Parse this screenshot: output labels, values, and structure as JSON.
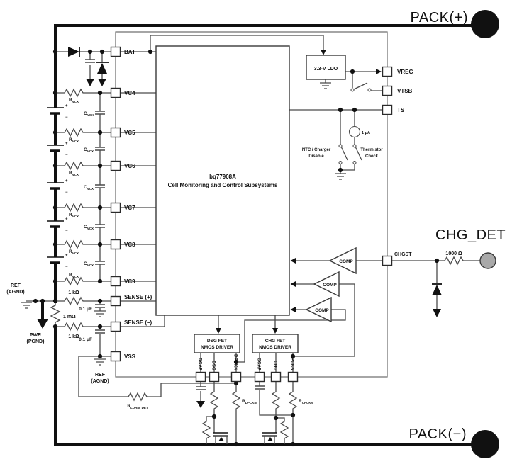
{
  "terminals": {
    "pack_plus": "PACK(+)",
    "pack_minus": "PACK(−)",
    "chg_det": "CHG_DET"
  },
  "ic": {
    "name_line1": "bq77908A",
    "name_line2": "Cell Monitoring and Control Subsystems",
    "left_pins": [
      "BAT",
      "VC4",
      "VC5",
      "VC6",
      "VC7",
      "VC8",
      "VC9",
      "SENSE (+)",
      "SENSE (–)",
      "VSS"
    ],
    "right_pins": [
      "VREG",
      "VTSB",
      "TS"
    ],
    "chgst_pin": "CHGST",
    "bottom_pins": [
      "DCAP",
      "DSG",
      "DPCKN",
      "CCAP",
      "CHG",
      "CPCKN"
    ]
  },
  "blocks": {
    "ldo": "3.3-V LDO",
    "comp": "COMP",
    "current_source": "1 μA",
    "dsg_driver_l1": "DSG FET",
    "dsg_driver_l2": "NMOS DRIVER",
    "chg_driver_l1": "CHG FET",
    "chg_driver_l2": "NMOS DRIVER",
    "ntc_switch_l1": "NTC / Charger",
    "ntc_switch_l2": "Disable",
    "therm_switch_l1": "Thermistor",
    "therm_switch_l2": "Check"
  },
  "components": {
    "rvcx_main": "R",
    "rvcx_sub": "VCX",
    "cvcx_main": "C",
    "cvcx_sub": "VCX",
    "r1k": "1 kΩ",
    "c01uf": "0.1 μF",
    "shunt": "1 mΩ",
    "r1000": "1000 Ω",
    "rldrm_main": "R",
    "rldrm_sub": "LDRM_DET",
    "rdpckn_main": "R",
    "rdpckn_sub": "DPCKN",
    "rcpckn_main": "R",
    "rcpckn_sub": "CPCKN",
    "plus": "+",
    "minus": "−"
  },
  "grounds": {
    "ref_l1": "REF",
    "ref_l2": "(AGND)",
    "pwr_l1": "PWR",
    "pwr_l2": "(PGND)"
  },
  "colors": {
    "wire": "#4a4a4a",
    "thick": "#101010",
    "terminal_gray": "#a9a9a9"
  }
}
